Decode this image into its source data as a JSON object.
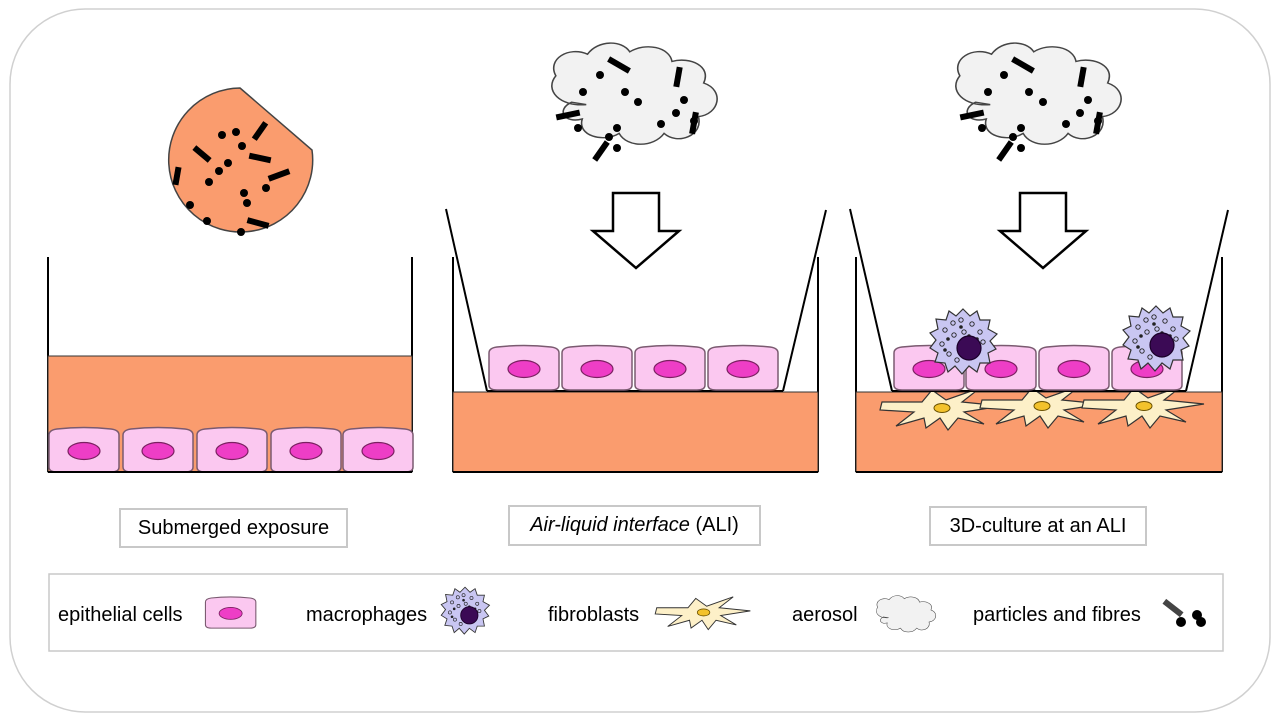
{
  "panels": [
    {
      "label": "Submerged exposure"
    },
    {
      "label_italic": "Air-liquid interface",
      "label_rest": " (ALI)"
    },
    {
      "label": "3D-culture at an ALI"
    }
  ],
  "legend": {
    "epithelial": "epithelial cells",
    "macrophages": "macrophages",
    "fibroblasts": "fibroblasts",
    "aerosol": "aerosol",
    "particles": "particles and fibres"
  },
  "colors": {
    "medium": "#fa9c6e",
    "cell_fill": "#fbc8f0",
    "nucleus": "#ee3ec6",
    "macrophage": "#c9c6f2",
    "macrophage_nucleus": "#3b0a55",
    "fibroblast": "#fdf0c8",
    "fibroblast_nucleus": "#f3c22c",
    "aerosol": "#f2f2f2",
    "border": "#c8c8c8"
  },
  "icons": [
    "droplet-icon",
    "aerosol-cloud-icon",
    "down-arrow-icon",
    "epithelial-cell-icon",
    "macrophage-icon",
    "fibroblast-icon",
    "particle-icon"
  ]
}
